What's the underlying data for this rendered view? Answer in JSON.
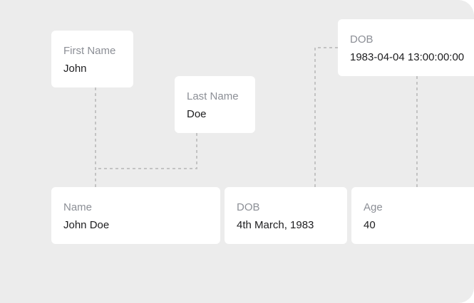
{
  "source_fields": {
    "first_name": {
      "label": "First Name",
      "value": "John"
    },
    "last_name": {
      "label": "Last Name",
      "value": "Doe"
    },
    "dob_raw": {
      "label": "DOB",
      "value": "1983-04-04 13:00:00:00"
    }
  },
  "derived_fields": {
    "name": {
      "label": "Name",
      "value": "John Doe"
    },
    "dob": {
      "label": "DOB",
      "value": "4th March, 1983"
    },
    "age": {
      "label": "Age",
      "value": "40"
    }
  },
  "colors": {
    "background": "#ececec",
    "card": "#ffffff",
    "label": "#8c8f96",
    "value": "#1d1d1f",
    "connector": "#c3c3c3"
  }
}
